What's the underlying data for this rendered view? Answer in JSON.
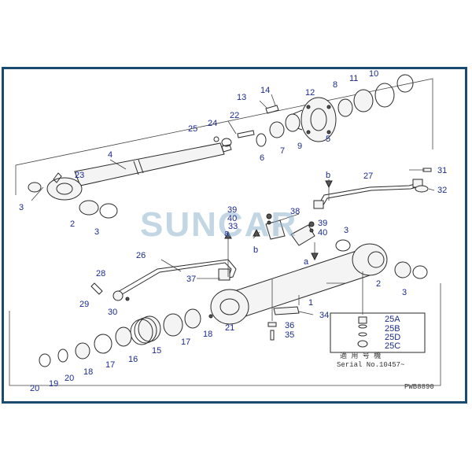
{
  "watermark": "SUNCAR",
  "drawing_code": "PWB8890",
  "serial_note_line1": "適 用 号 機",
  "serial_note_line2": "Serial No.10457~",
  "ref_a": "a",
  "ref_b": "b",
  "labels": [
    "1",
    "2",
    "2",
    "3",
    "3",
    "3",
    "3",
    "4",
    "5",
    "6",
    "7",
    "8",
    "9",
    "10",
    "11",
    "12",
    "13",
    "14",
    "15",
    "16",
    "17",
    "17",
    "18",
    "18",
    "19",
    "20",
    "20",
    "21",
    "22",
    "23",
    "24",
    "25",
    "25A",
    "25B",
    "25D",
    "25C",
    "26",
    "27",
    "28",
    "29",
    "30",
    "31",
    "32",
    "33",
    "34",
    "35",
    "36",
    "37",
    "38",
    "39",
    "39",
    "40",
    "40"
  ]
}
